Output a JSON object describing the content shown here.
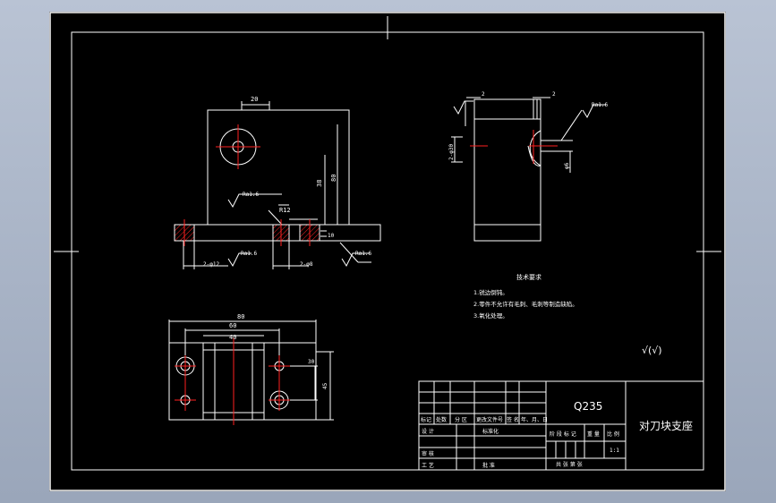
{
  "colors": {
    "background": "#000000",
    "lines": "#ffffff",
    "centerlines": "#ff2020",
    "outer_frame": "#b9c3d4"
  },
  "front_view": {
    "dim_top_width": "20",
    "dim_height_small": "38",
    "dim_height_large": "80",
    "dim_slot": "R12",
    "dim_slot_depth": "10",
    "roughness_mid": "Ra1.6",
    "roughness_base": "Ra1.6",
    "roughness_right": "Ra1.6",
    "hole_callout_left": "2-φ12",
    "hole_callout_right": "2-φ8"
  },
  "side_view": {
    "dim_top_left": "2",
    "dim_top_right": "2",
    "dim_left_side": "2-φ30",
    "roughness_right": "Ra1.6",
    "dim_right_side": "φ6"
  },
  "top_view": {
    "dim_total_width": "80",
    "dim_hole_spacing": "60",
    "dim_inner": "40",
    "dim_right_small": "30",
    "dim_right_large": "45"
  },
  "notes": {
    "title": "技术要求",
    "items": [
      "1.锐边倒钝。",
      "2.零件不允许有毛刺、毛刺等制造缺陷。",
      "3.氧化处理。"
    ]
  },
  "surface_symbol": "√(√)",
  "title_block": {
    "material": "Q235",
    "part_name": "对刀块支座",
    "hdr_mark": "标记",
    "hdr_count": "处数",
    "hdr_zone": "分 区",
    "hdr_docno": "更改文件号",
    "hdr_sign": "签 名",
    "hdr_date": "年、月、日",
    "design": "设 计",
    "standard": "标准化",
    "stage": "阶 段 标 记",
    "weight": "重 量",
    "scale": "比 例",
    "scale_value": "1:1",
    "review": "审 核",
    "process": "工 艺",
    "approve": "批 准",
    "sheets": "共    张    第    张"
  }
}
